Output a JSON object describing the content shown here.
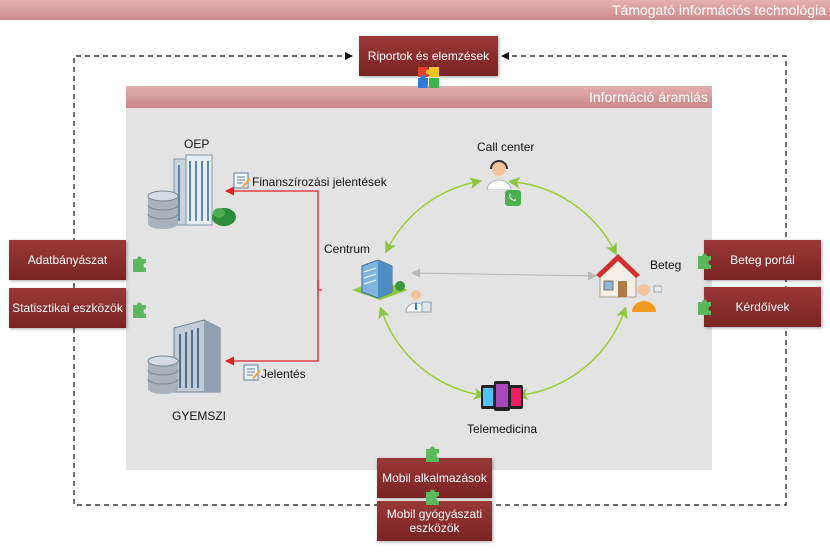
{
  "header": {
    "title": "Támogató információs technológia"
  },
  "section": {
    "title": "Információ áramlás"
  },
  "reports_box": {
    "label": "Riportok és elemzések"
  },
  "left_boxes": [
    {
      "label": "Adatbányászat"
    },
    {
      "label": "Statisztikai eszközök"
    }
  ],
  "right_boxes": [
    {
      "label": "Beteg portál"
    },
    {
      "label": "Kérdőívek"
    }
  ],
  "bottom_boxes": [
    {
      "label": "Mobil alkalmazások"
    },
    {
      "label": "Mobil gyógyászati eszközök"
    }
  ],
  "nodes": {
    "oep": "OEP",
    "gyemszi": "GYEMSZI",
    "centrum": "Centrum",
    "call_center": "Call center",
    "beteg": "Beteg",
    "telemedicina": "Telemedicina"
  },
  "flows": {
    "financing_reports": "Finanszírozási jelentések",
    "reports": "Jelentés"
  },
  "colors": {
    "box_fill": "#8b2e2e",
    "header_bar": "#d89a9a",
    "panel_bg": "#e3e3e3",
    "cycle_arrow": "#9acd32",
    "report_arrow": "#e02020",
    "puzzle": "#5cb85c"
  },
  "icons": [
    "puzzle-icon",
    "building-icon",
    "database-icon",
    "report-icon",
    "operator-icon",
    "phone-icon",
    "house-icon",
    "user-icon",
    "smartphone-icon",
    "doctor-icon"
  ]
}
